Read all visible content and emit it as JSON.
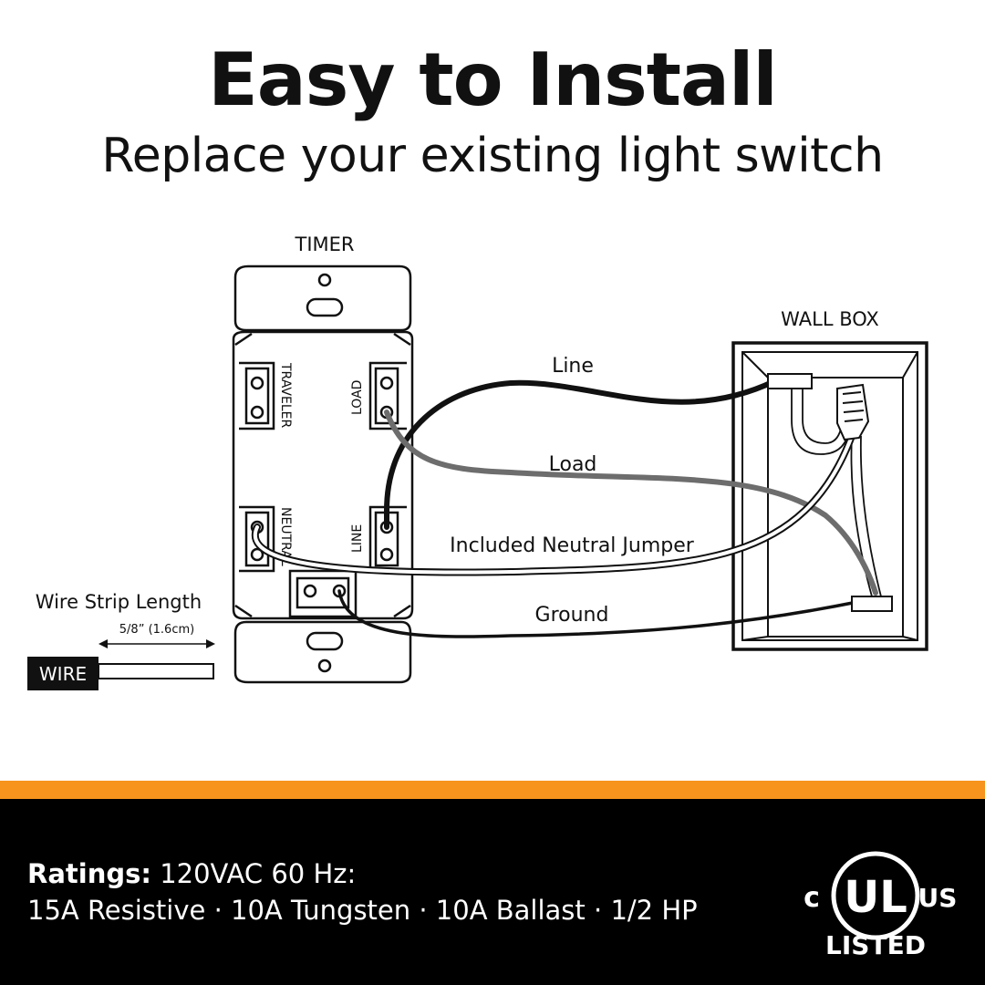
{
  "header": {
    "title": "Easy to Install",
    "subtitle": "Replace your existing light switch"
  },
  "diagram": {
    "timer_label": "TIMER",
    "wall_box_label": "WALL BOX",
    "terminals": {
      "traveler": "TRAVELER",
      "load": "LOAD",
      "neutral": "NEUTRAL",
      "line": "LINE"
    },
    "wires": {
      "line": "Line",
      "load": "Load",
      "neutral_jumper": "Included Neutral Jumper",
      "ground": "Ground"
    },
    "wire_colors": {
      "line": "#111111",
      "load": "#6d6d6d",
      "neutral": "#ffffff",
      "ground": "#111111"
    },
    "strip": {
      "title": "Wire Strip Length",
      "measure": "5/8” (1.6cm)",
      "wire_tag": "WIRE"
    }
  },
  "footer": {
    "ratings_label": "Ratings:",
    "ratings_line1": "120VAC 60 Hz:",
    "ratings_line2": "15A Resistive · 10A Tungsten · 10A Ballast · 1/2 HP",
    "cert": {
      "left": "c",
      "mark": "UL",
      "right": "US",
      "bottom": "LISTED"
    },
    "accent_color": "#f7941d"
  }
}
